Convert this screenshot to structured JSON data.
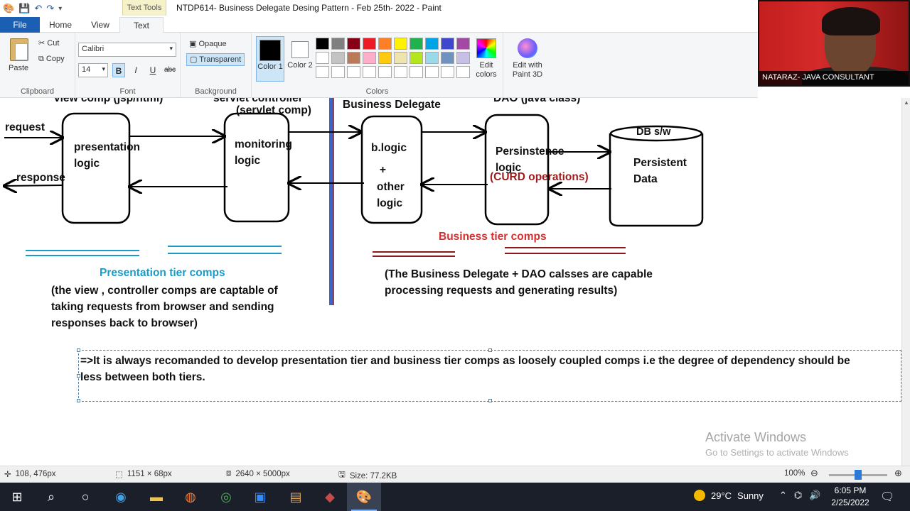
{
  "title_bar": {
    "context_tab": "Text Tools",
    "window_title": "NTDP614- Business Delegate Desing Pattern - Feb 25th- 2022 - Paint"
  },
  "tabs": [
    "File",
    "Home",
    "View",
    "Text"
  ],
  "ribbon": {
    "clipboard": {
      "paste": "Paste",
      "cut": "Cut",
      "copy": "Copy",
      "label": "Clipboard"
    },
    "font": {
      "name": "Calibri",
      "size": "14",
      "bold": "B",
      "italic": "I",
      "underline": "U",
      "strike": "abc",
      "label": "Font"
    },
    "background": {
      "opaque": "Opaque",
      "transparent": "Transparent",
      "label": "Background"
    },
    "colors": {
      "color1": "Color 1",
      "color2": "Color 2",
      "edit_colors": "Edit colors",
      "label": "Colors",
      "palette": [
        "#000000",
        "#7f7f7f",
        "#880015",
        "#ed1c24",
        "#ff7f27",
        "#fff200",
        "#22b14c",
        "#00a2e8",
        "#3f48cc",
        "#a349a4",
        "#ffffff",
        "#c3c3c3",
        "#b97a57",
        "#ffaec9",
        "#ffc90e",
        "#efe4b0",
        "#b5e61d",
        "#99d9ea",
        "#7092be",
        "#c8bfe7",
        "#ffffff",
        "#ffffff",
        "#ffffff",
        "#ffffff",
        "#ffffff",
        "#ffffff",
        "#ffffff",
        "#ffffff",
        "#ffffff",
        "#ffffff"
      ]
    },
    "paint3d": "Edit with Paint 3D"
  },
  "webcam": {
    "caption": "NATARAZ- JAVA CONSULTANT"
  },
  "diagram": {
    "headers": {
      "view": "view comp (jsp/html)",
      "servlet": "servlet controller",
      "servlet_sub": "(servlet comp)",
      "bd": "Business Delegate",
      "dao": "DAO (java class)",
      "db": "DB s/w"
    },
    "arrows": {
      "request": "request",
      "response": "response"
    },
    "boxes": {
      "presentation": "presentation logic",
      "monitoring": "monitoring logic",
      "blogic": "b.logic",
      "plus": "+",
      "other": "other logic",
      "persistence": "Persinstence logic",
      "curd": "(CURD operations)",
      "persistent": "Persistent Data"
    },
    "presentation_tier": {
      "title": "Presentation tier comps",
      "desc": "(the view , controller comps are captable of taking requests from browser and sending responses back to browser)"
    },
    "business_tier": {
      "title": "Business tier comps",
      "desc": "(The Business Delegate + DAO calsses are capable processing requests and generating results)"
    },
    "note": "=>It is always recomanded to develop presentation tier and business tier comps as loosely coupled comps i.e the degree of dependency should be less between both tiers.",
    "watermark_title": "Activate Windows",
    "watermark_sub": "Go to Settings to activate Windows"
  },
  "status": {
    "cursor": "108, 476px",
    "selection": "1151 × 68px",
    "image_size": "2640 × 5000px",
    "file_size": "Size: 77.2KB",
    "zoom": "100%"
  },
  "taskbar": {
    "temperature": "29°C",
    "weather": "Sunny",
    "time": "6:05 PM",
    "date": "2/25/2022"
  },
  "colors": {
    "accent": "#1a5fb4",
    "dark_red": "#8b1a1a",
    "teal": "#1a9bc7",
    "bright_red": "#d62f2f"
  }
}
